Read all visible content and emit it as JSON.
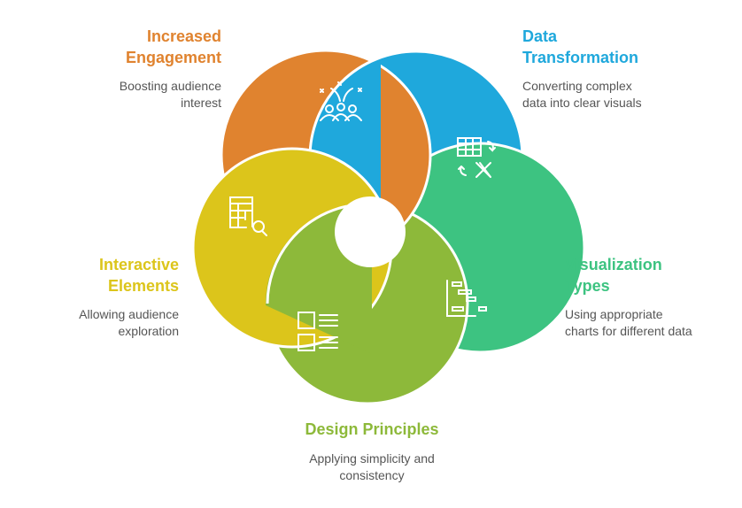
{
  "colors": {
    "engagement": "#e0832f",
    "transformation": "#1fa8dc",
    "visualization": "#3dc381",
    "design": "#8db93a",
    "interactive": "#dcc51b"
  },
  "items": {
    "engagement": {
      "title1": "Increased",
      "title2": "Engagement",
      "desc1": "Boosting audience",
      "desc2": "interest",
      "icon": "audience-celebration-icon"
    },
    "transformation": {
      "title1": "Data",
      "title2": "Transformation",
      "desc1": "Converting complex",
      "desc2": "data into clear visuals",
      "icon": "spreadsheet-convert-icon"
    },
    "visualization": {
      "title1": "Visualization",
      "title2": "Types",
      "desc1": "Using appropriate",
      "desc2": "charts for different data",
      "icon": "gantt-chart-icon"
    },
    "interactive": {
      "title1": "Interactive",
      "title2": "Elements",
      "desc1": "Allowing audience",
      "desc2": "exploration",
      "icon": "table-search-icon"
    },
    "design": {
      "title1": "Design Principles",
      "desc1": "Applying simplicity and",
      "desc2": "consistency",
      "icon": "checklist-icon"
    }
  }
}
